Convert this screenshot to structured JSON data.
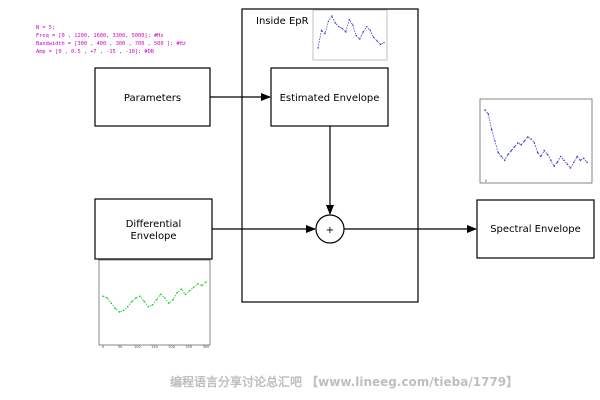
{
  "code": {
    "lines": [
      "N = 5;",
      "Freq      = [0   , 1200, 1600, 3300, 5000]; #Hz",
      "Bandwidth = [300 , 400 , 300 , 700 , 500 ]; #Hz",
      "Amp       = [0   , 0.5 , +7  , -15 , -10]; #DB"
    ]
  },
  "boxes": {
    "parameters": "Parameters",
    "estimated": "Estimated Envelope",
    "differential_line1": "Differential",
    "differential_line2": "Envelope",
    "spectral": "Spectral Envelope"
  },
  "container": {
    "label": "Inside EpR"
  },
  "sum_symbol": "+",
  "colors": {
    "code_black": "#222222",
    "code_magenta": "#cc00cc",
    "code_blue": "#0000cc",
    "blue_plot": "#3b3bd6",
    "green_plot": "#22cc22"
  },
  "plots": {
    "inset": {
      "y": [
        3,
        4,
        3.8,
        4.5,
        4.8,
        4.4,
        4.2,
        4.1,
        3.9,
        4.6,
        4.3,
        3.7,
        3.5,
        3.9,
        4.2,
        4.0,
        3.6,
        3.4,
        3.2,
        3.3
      ]
    },
    "output": {
      "x_ticks": [
        "0",
        "",
        "",
        "",
        "",
        "",
        "",
        ""
      ],
      "y": [
        9.2,
        9.0,
        8.2,
        7.6,
        7.0,
        6.8,
        6.6,
        6.9,
        7.1,
        7.3,
        7.5,
        7.4,
        7.6,
        7.8,
        7.7,
        7.5,
        7.0,
        6.8,
        7.1,
        6.9,
        6.6,
        6.3,
        6.5,
        6.8,
        6.6,
        6.4,
        6.2,
        6.5,
        6.8,
        6.6,
        6.7,
        6.5
      ]
    },
    "differential": {
      "x_ticks": [
        "0",
        "50",
        "100",
        "150",
        "200",
        "250",
        "300"
      ],
      "y": [
        0.1,
        0.0,
        -0.3,
        -0.6,
        -0.8,
        -0.7,
        -0.5,
        -0.2,
        0.0,
        0.1,
        -0.2,
        -0.5,
        -0.4,
        -0.1,
        0.2,
        0.0,
        -0.3,
        -0.1,
        0.3,
        0.5,
        0.2,
        0.4,
        0.6,
        0.8,
        0.7,
        0.9
      ]
    }
  },
  "watermark": "编程语言分享讨论总汇吧 【www.lineeg.com/tieba/1779】"
}
